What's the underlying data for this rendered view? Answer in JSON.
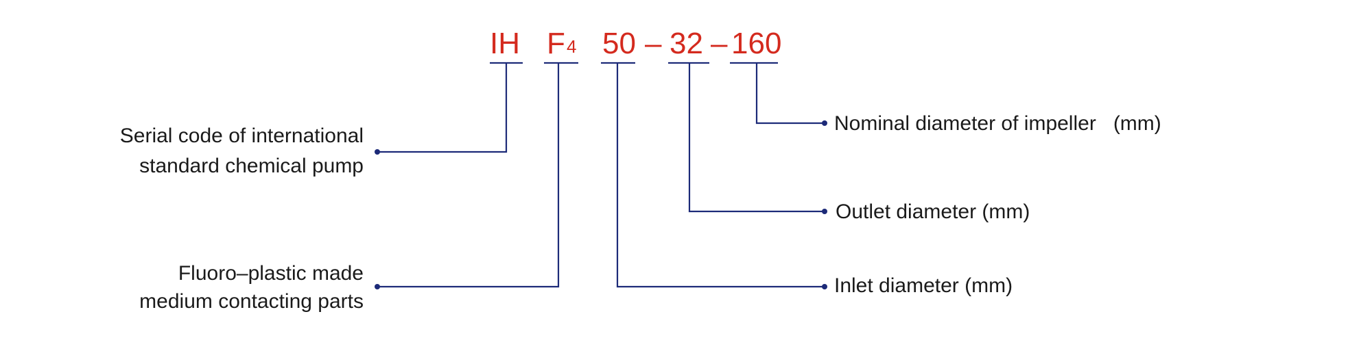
{
  "model_code": {
    "part1": "IH",
    "part2_letter": "F",
    "part2_sub": "4",
    "sep1": "–",
    "sep2": "–",
    "part3": "50",
    "part4": "32",
    "part5": "160"
  },
  "labels": {
    "serial_code_line1": "Serial code of international",
    "serial_code_line2": "standard chemical pump",
    "fluoro_line1": "Fluoro–plastic made",
    "fluoro_line2": "medium contacting parts",
    "impeller": "Nominal diameter of impeller   (mm)",
    "outlet": "Outlet diameter (mm)",
    "inlet": "Inlet diameter (mm)"
  },
  "colors": {
    "code": "#d42a1e",
    "connector": "#1c2a78",
    "text": "#1a1a1a"
  }
}
